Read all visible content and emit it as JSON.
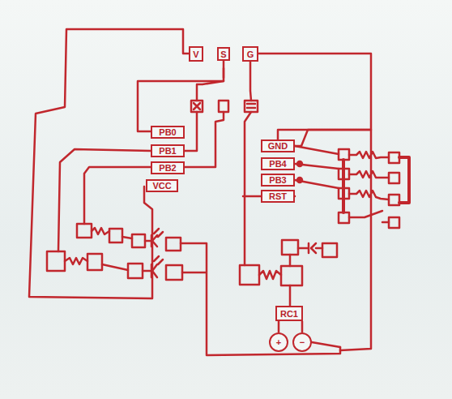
{
  "diagram": {
    "nodes": [
      {
        "text": [
          "V"
        ]
      },
      {
        "text": [
          "S"
        ]
      },
      {
        "text": [
          "G"
        ]
      },
      {
        "text": [
          "PB0"
        ]
      },
      {
        "text": [
          "PB1"
        ]
      },
      {
        "text": [
          "PB2"
        ]
      },
      {
        "text": [
          "VCC"
        ]
      },
      {
        "text": [
          "GND"
        ]
      },
      {
        "text": [
          "PB4"
        ]
      },
      {
        "text": [
          "PB3"
        ]
      },
      {
        "text": [
          "RST"
        ]
      },
      {
        "text": [
          "RC1"
        ]
      },
      {
        "text": [
          "+"
        ]
      },
      {
        "text": [
          "−"
        ]
      }
    ],
    "edges": [
      {
        "from": 1,
        "to": 3,
        "arrow": "none"
      },
      {
        "from": 2,
        "to": 7,
        "arrow": "none"
      },
      {
        "from": 11,
        "to": 12,
        "arrow": "none"
      },
      {
        "from": 11,
        "to": 13,
        "arrow": "none"
      }
    ]
  }
}
